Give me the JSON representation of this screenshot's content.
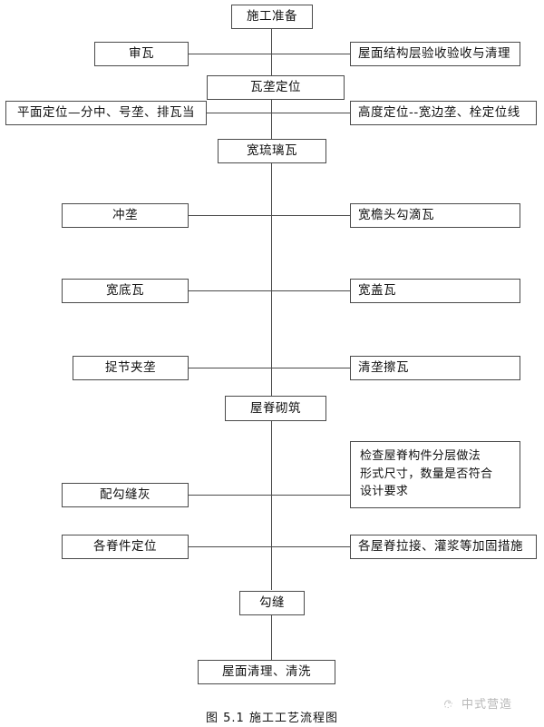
{
  "diagram": {
    "title": "施工工艺流程图",
    "caption": "图 5.1   施工工艺流程图",
    "line_color": "#4a4a4a",
    "background": "#ffffff",
    "nodes": {
      "n1": {
        "label": "施工准备"
      },
      "n2l": {
        "label": "审瓦"
      },
      "n2r": {
        "label": "屋面结构层验收验收与清理"
      },
      "n3": {
        "label": "瓦垄定位"
      },
      "n4l": {
        "label": "平面定位—分中、号垄、排瓦当"
      },
      "n4r": {
        "label": "高度定位--宽边垄、栓定位线"
      },
      "n5": {
        "label": "宽琉璃瓦"
      },
      "n6l": {
        "label": "冲垄"
      },
      "n6r": {
        "label": "宽檐头勾滴瓦"
      },
      "n7l": {
        "label": "宽底瓦"
      },
      "n7r": {
        "label": "宽盖瓦"
      },
      "n8l": {
        "label": "捉节夹垄"
      },
      "n8r": {
        "label": "清垄擦瓦"
      },
      "n9": {
        "label": "屋脊砌筑"
      },
      "n10r": {
        "line1": "检查屋脊构件分层做法",
        "line2": "形式尺寸，数量是否符合",
        "line3": "设计要求"
      },
      "n10l": {
        "label": "配勾缝灰"
      },
      "n11l": {
        "label": "各脊件定位"
      },
      "n11r": {
        "label": "各屋脊拉接、灌浆等加固措施"
      },
      "n12": {
        "label": "勾缝"
      },
      "n13": {
        "label": "屋面清理、清洗"
      }
    }
  },
  "watermark": {
    "text": "中式营造",
    "logo_icon": "seal-logo-icon"
  }
}
